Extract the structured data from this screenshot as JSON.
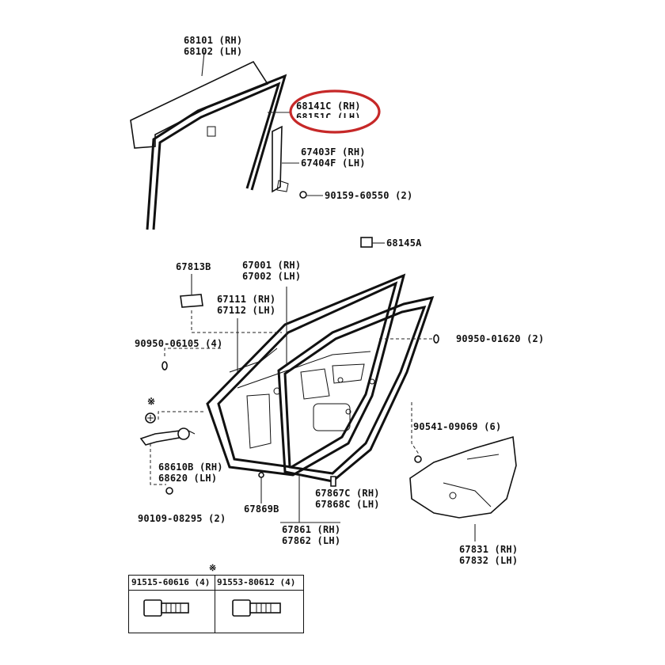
{
  "highlight_color": "#c62828",
  "labels": {
    "glass": [
      "68101 (RH)",
      "68102 (LH)"
    ],
    "run_channel": [
      "68141C (RH)",
      "68151C (LH)"
    ],
    "division_bar": [
      "67403F (RH)",
      "67404F (LH)"
    ],
    "bolt_90159": "90159-60550 (2)",
    "pad_68145A": "68145A",
    "cap_67813B": "67813B",
    "door_panel": [
      "67001 (RH)",
      "67002 (LH)"
    ],
    "door_frame": [
      "67111 (RH)",
      "67112 (LH)"
    ],
    "clip_left": "90950-06105 (4)",
    "clip_right": "90950-01620 (2)",
    "star_mark": "※",
    "screw_90541": "90541-09069 (6)",
    "check_assy": [
      "68610B (RH)",
      "68620 (LH)"
    ],
    "bolt_90109": "90109-08295 (2)",
    "clip_67869B": "67869B",
    "weatherstrip_small": [
      "67867C (RH)",
      "67868C (LH)"
    ],
    "weatherstrip": [
      "67861 (RH)",
      "67862 (LH)"
    ],
    "service_hole": [
      "67831 (RH)",
      "67832 (LH)"
    ]
  },
  "bolt_table": {
    "star_mark": "※",
    "left": "91515-60616 (4)",
    "right": "91553-80612 (4)"
  }
}
